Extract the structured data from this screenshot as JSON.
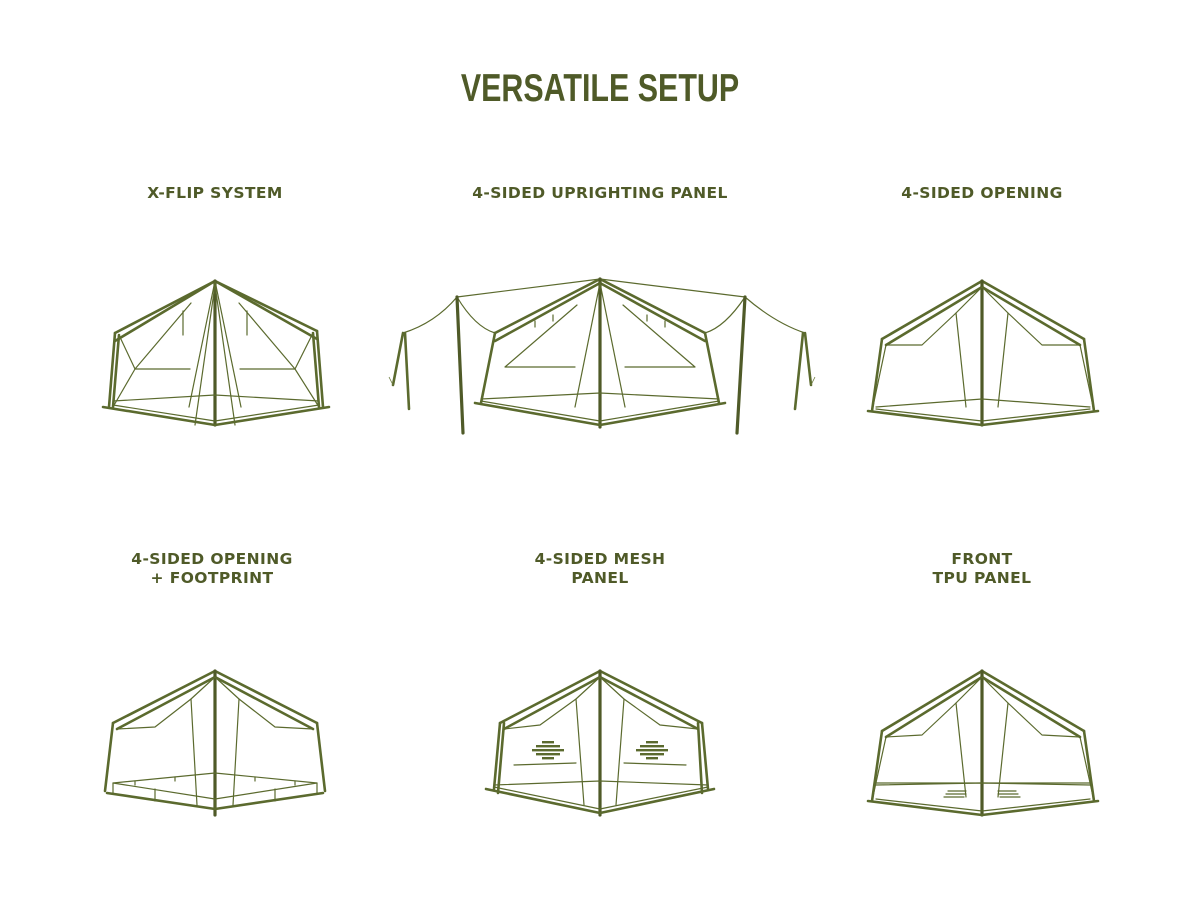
{
  "title": "VERSATILE SETUP",
  "panels": [
    {
      "lines": [
        "X-FLIP SYSTEM"
      ],
      "icon": "tent-x-flip-icon"
    },
    {
      "lines": [
        "4-SIDED UPRIGHTING PANEL"
      ],
      "icon": "tent-uprighting-panel-icon"
    },
    {
      "lines": [
        "4-SIDED OPENING"
      ],
      "icon": "tent-opening-icon"
    },
    {
      "lines": [
        "4-SIDED OPENING",
        "+ FOOTPRINT"
      ],
      "icon": "tent-footprint-icon"
    },
    {
      "lines": [
        "4-SIDED MESH",
        "PANEL"
      ],
      "icon": "tent-mesh-panel-icon"
    },
    {
      "lines": [
        "FRONT",
        "TPU PANEL"
      ],
      "icon": "tent-tpu-panel-icon"
    }
  ],
  "colors": {
    "ink": "#4f5a28",
    "background": "#ffffff"
  }
}
